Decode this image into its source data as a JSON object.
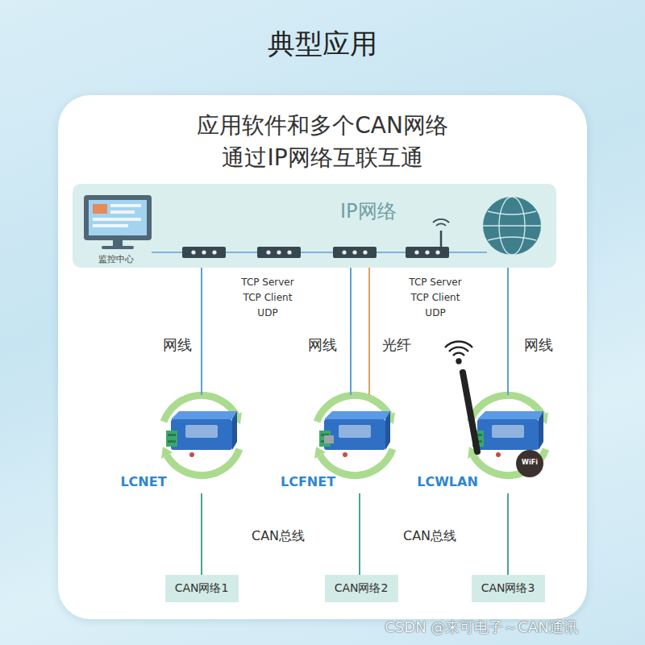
{
  "diagram": {
    "title": "典型应用",
    "nodes": [
      {
        "text": [
          "应用软件和多个CAN网络 通过IP网络互联互通"
        ]
      },
      {
        "text": [
          "IP网络",
          "监控中心"
        ],
        "in": 0
      },
      {
        "text": [
          "LCNET"
        ],
        "in": 0
      },
      {
        "text": [
          "LCFNET"
        ],
        "in": 0
      },
      {
        "text": [
          "LCWLAN"
        ],
        "in": 0
      },
      {
        "text": [
          "CAN网络1"
        ],
        "in": 0
      },
      {
        "text": [
          "CAN网络2"
        ],
        "in": 0
      },
      {
        "text": [
          "CAN网络3"
        ],
        "in": 0
      }
    ],
    "edges": [
      {
        "from": 1,
        "to": 2,
        "arrow": "none",
        "label": "网线"
      },
      {
        "from": 1,
        "to": 3,
        "arrow": "none",
        "label": "网线"
      },
      {
        "from": 1,
        "to": 3,
        "arrow": "none",
        "label": "光纤"
      },
      {
        "from": 1,
        "to": 4,
        "arrow": "none",
        "label": "网线"
      },
      {
        "from": 2,
        "to": 5,
        "arrow": "none"
      },
      {
        "from": 3,
        "to": 6,
        "arrow": "none"
      },
      {
        "from": 4,
        "to": 7,
        "arrow": "none"
      }
    ],
    "labels": [
      "TCP Server TCP Client UDP",
      "TCP Server TCP Client UDP",
      "CAN总线",
      "CAN总线",
      "WiFi",
      "CSDN @来可电子～CAN通讯"
    ]
  }
}
